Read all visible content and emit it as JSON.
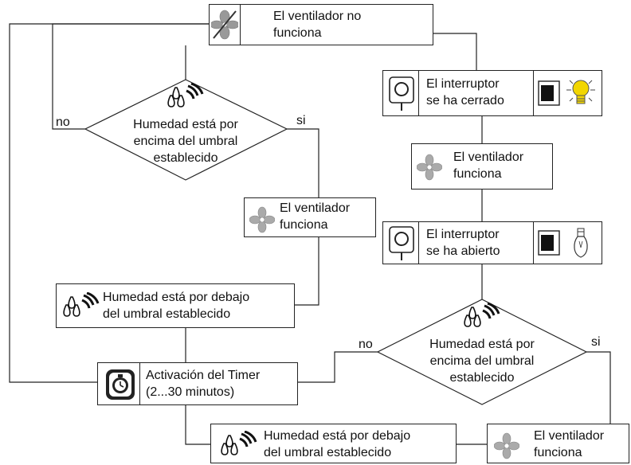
{
  "nodes": {
    "fan_not_working": "El ventilador no\nfuncionaz",
    "switch_closed": "El interruptor\nse ha cerrado",
    "fan_works_right": "El ventilador\nfunciona",
    "switch_opened": "El interruptor\nse ha abierto",
    "decision_left": "Humedad está por\nencima del umbral\nestablecido",
    "fan_works_mid": "El ventilador\nfunciona",
    "humidity_below_left": "Humedad está por debajo\ndel umbral establecido",
    "timer": "Activación del Timer\n(2...30 minutos)",
    "decision_right": "Humedad está por\nencima del umbral\nestablecido",
    "humidity_below_bottom": "Humedad está por debajo\ndel umbral establecido",
    "fan_works_bottom": "El ventilador\nfunciona"
  },
  "labels": {
    "no_left": "no",
    "yes_left": "si",
    "no_right": "no",
    "yes_right": "si"
  },
  "icons": {
    "fan": "fan-icon",
    "drops": "humidity-drops-icon",
    "switch_device": "switch-device-icon",
    "wall_switch": "wall-switch-icon",
    "bulb_on": "light-bulb-on-icon",
    "bulb_off": "light-bulb-off-icon",
    "timer": "timer-icon"
  },
  "colors": {
    "line": "#222222",
    "bulb_glow": "#f2d600",
    "fan": "#999999"
  }
}
